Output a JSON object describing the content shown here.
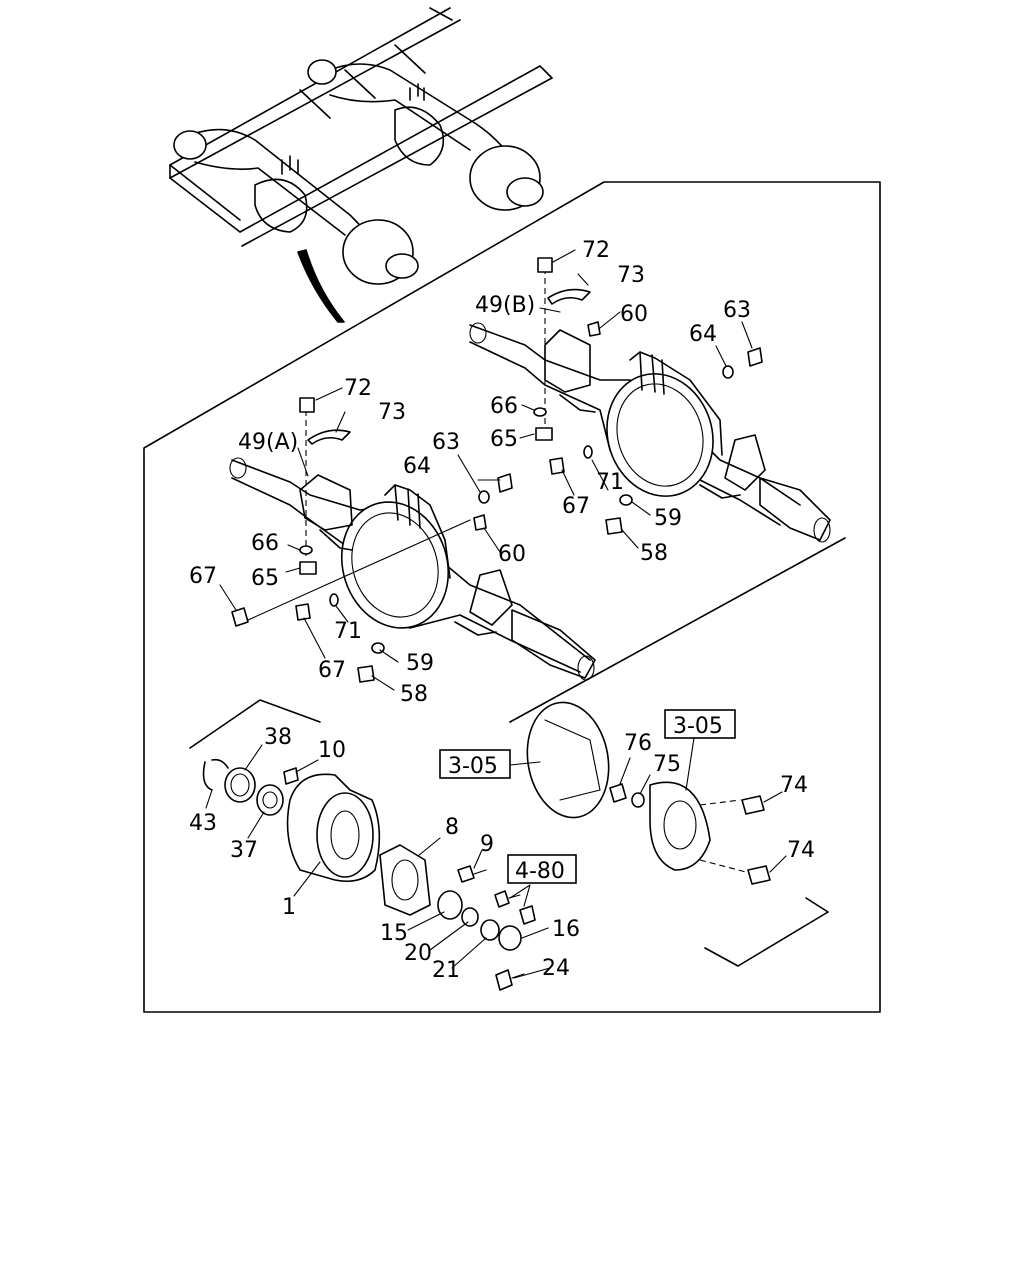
{
  "diagram": {
    "labels": {
      "l72a": "72",
      "l73a": "73",
      "l49b": "49(B)",
      "l60a": "60",
      "l64a": "64",
      "l63a": "63",
      "l66a": "66",
      "l65a": "65",
      "l67a": "67",
      "l71a": "71",
      "l59a": "59",
      "l58a": "58",
      "l72b": "72",
      "l73b": "73",
      "l49a": "49(A)",
      "l63b": "63",
      "l64b": "64",
      "l66b": "66",
      "l65b": "65",
      "l67b": "67",
      "l60b": "60",
      "l71b": "71",
      "l67c": "67",
      "l59b": "59",
      "l58b": "58",
      "l38": "38",
      "l10": "10",
      "l43": "43",
      "l37": "37",
      "l1": "1",
      "l8": "8",
      "l9": "9",
      "l15": "15",
      "l20": "20",
      "l21": "21",
      "l16": "16",
      "l24": "24",
      "l76": "76",
      "l75": "75",
      "l74a": "74",
      "l74b": "74"
    },
    "refs": {
      "r305a": "3-05",
      "r305b": "3-05",
      "r480": "4-80"
    }
  }
}
